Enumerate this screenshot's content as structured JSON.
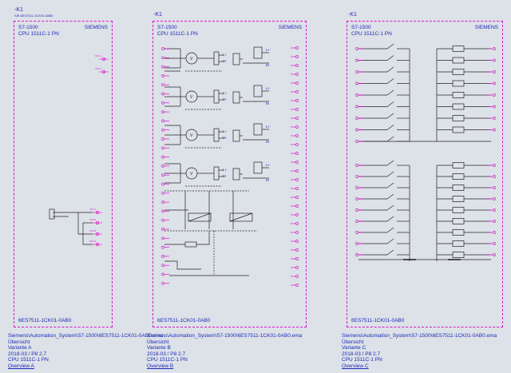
{
  "panels": [
    {
      "refdes": "-K1",
      "refdes_sub": "SIE.6ES7511-1CK01-0AB0",
      "series": "S7-1500",
      "model": "CPU 1511C-1 PN",
      "brand": "SIEMENS",
      "part_number": "6ES7511-1CK01-0AB0",
      "caption": {
        "path": "Siemens\\Automation_System\\S7-1500\\6ES7511-1CK01-0AB0.ema",
        "title": "Übersicht",
        "variant": "Variante A",
        "date": "2018-03 / P8 2.7",
        "cpu": "CPU 1511C-1 PN",
        "overview": "Overview A"
      }
    },
    {
      "refdes": "-K1",
      "series": "S7-1500",
      "model": "CPU 1511C-1 PN",
      "brand": "SIEMENS",
      "part_number": "6ES7511-1CK01-0AB0",
      "caption": {
        "path": "Siemens\\Automation_System\\S7-1500\\6ES7511-1CK01-0AB0.ema",
        "title": "Übersicht",
        "variant": "Variante B",
        "date": "2018-03 / P8 2.7",
        "cpu": "CPU 1511C-1 PN",
        "overview": "Overview B"
      }
    },
    {
      "refdes": "-K1",
      "series": "S7-1500",
      "model": "CPU 1511C-1 PN",
      "brand": "SIEMENS",
      "part_number": "6ES7511-1CK01-0AB0",
      "caption": {
        "path": "Siemens\\Automation_System\\S7-1500\\6ES7511-1CK01-0AB0.ema",
        "title": "Übersicht",
        "variant": "Variante C",
        "date": "2018-03 / P8 2.7",
        "cpu": "CPU 1511C-1 PN",
        "overview": "Overview C"
      }
    }
  ],
  "colors": {
    "background": "#dde1e8",
    "frame_border": "#d419c8",
    "terminal": "#d419c8",
    "text": "#1a2bb8",
    "wire": "#222222"
  }
}
